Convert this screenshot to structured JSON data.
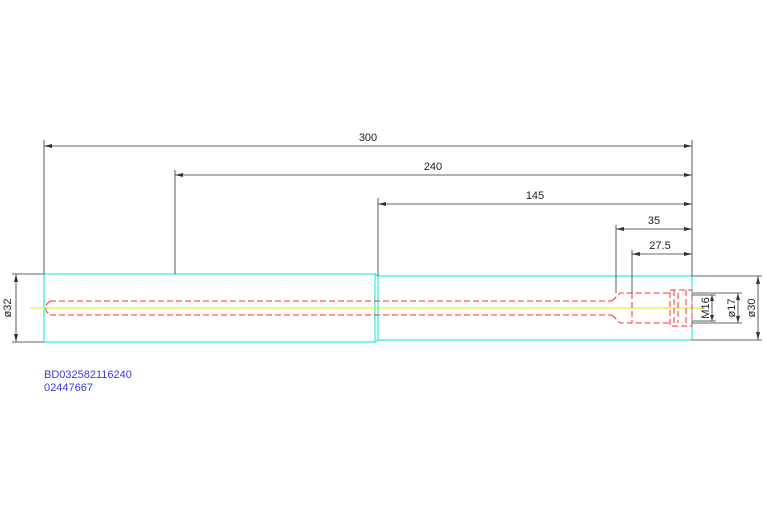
{
  "drawing": {
    "dimensions": {
      "overall_length": "300",
      "length_240": "240",
      "length_145": "145",
      "length_35": "35",
      "length_27_5": "27.5",
      "dia_32": "ø32",
      "thread_m16": "M16",
      "dia_17": "ø17",
      "dia_30": "ø30"
    },
    "part_numbers": {
      "line1": "BD032582116240",
      "line2": "02447667"
    },
    "colors": {
      "dimension": "#333333",
      "outline": "#00e5e5",
      "hidden": "#ff3030",
      "centerline": "#e6e600",
      "part_text": "#3a3ad8"
    }
  }
}
